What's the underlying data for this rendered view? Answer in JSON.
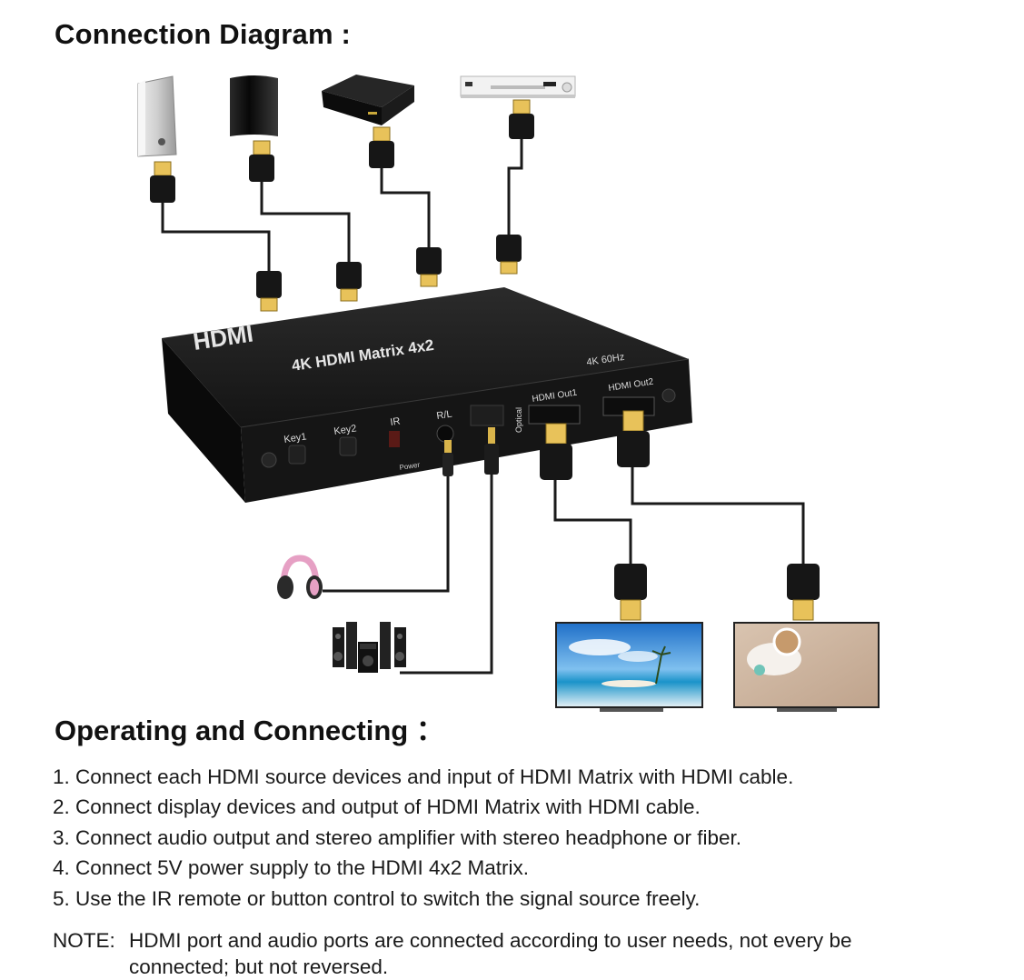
{
  "headings": {
    "connection_diagram": "Connection Diagram :",
    "operating": "Operating and Connecting ："
  },
  "device": {
    "logo": "HDMI",
    "title": "4K HDMI Matrix 4x2",
    "spec": "4K 60Hz",
    "labels": {
      "key1": "Key1",
      "key2": "Key2",
      "ir": "IR",
      "rl": "R/L",
      "power": "Power",
      "optical": "Optical",
      "hdmi_out1": "HDMI Out1",
      "hdmi_out2": "HDMI Out2"
    }
  },
  "steps": [
    "1. Connect each HDMI source devices and input of HDMI Matrix with HDMI cable.",
    "2. Connect display devices and output of HDMI Matrix with HDMI cable.",
    "3. Connect audio output and stereo amplifier with stereo headphone or fiber.",
    "4. Connect 5V power supply to the HDMI 4x2 Matrix.",
    "5. Use the IR remote or button control to switch the signal source freely."
  ],
  "note": {
    "label": "NOTE:",
    "line1": "HDMI port and audio ports are connected according to user needs, not every be",
    "line2": "connected; but not reversed."
  },
  "colors": {
    "cable": "#1a1a1a",
    "device_body": "#161616",
    "gold": "#e8c25a",
    "headphone_pink": "#e6a0c4"
  }
}
